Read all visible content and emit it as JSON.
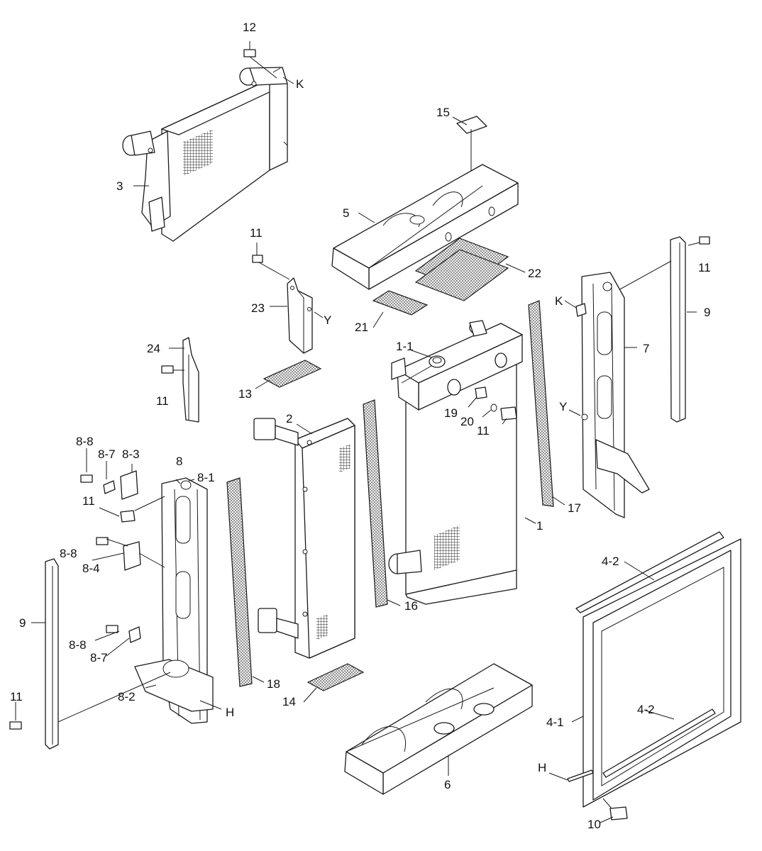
{
  "labels": {
    "p12": "12",
    "pK_top": "K",
    "p3": "3",
    "p15": "15",
    "p5": "5",
    "p11_23": "11",
    "p23": "23",
    "pY_23": "Y",
    "p22": "22",
    "p21": "21",
    "p11_r": "11",
    "p9_r": "9",
    "pK_r": "K",
    "p7": "7",
    "p1_1": "1-1",
    "p24": "24",
    "p11_24": "11",
    "p13": "13",
    "p2": "2",
    "p19": "19",
    "p20": "20",
    "p11_c": "11",
    "pY_r": "Y",
    "p17": "17",
    "p1": "1",
    "p8_8a": "8-8",
    "p8_7a": "8-7",
    "p8_3": "8-3",
    "p8": "8",
    "p8_1": "8-1",
    "p11_l": "11",
    "p8_8b": "8-8",
    "p8_4": "8-4",
    "p9_l": "9",
    "p16": "16",
    "p4_2a": "4-2",
    "p8_8c": "8-8",
    "p8_7b": "8-7",
    "p18": "18",
    "p14": "14",
    "p8_2": "8-2",
    "pH_l": "H",
    "p11_b": "11",
    "p4_2b": "4-2",
    "p4_1": "4-1",
    "p6": "6",
    "pH_r": "H",
    "p10": "10"
  }
}
